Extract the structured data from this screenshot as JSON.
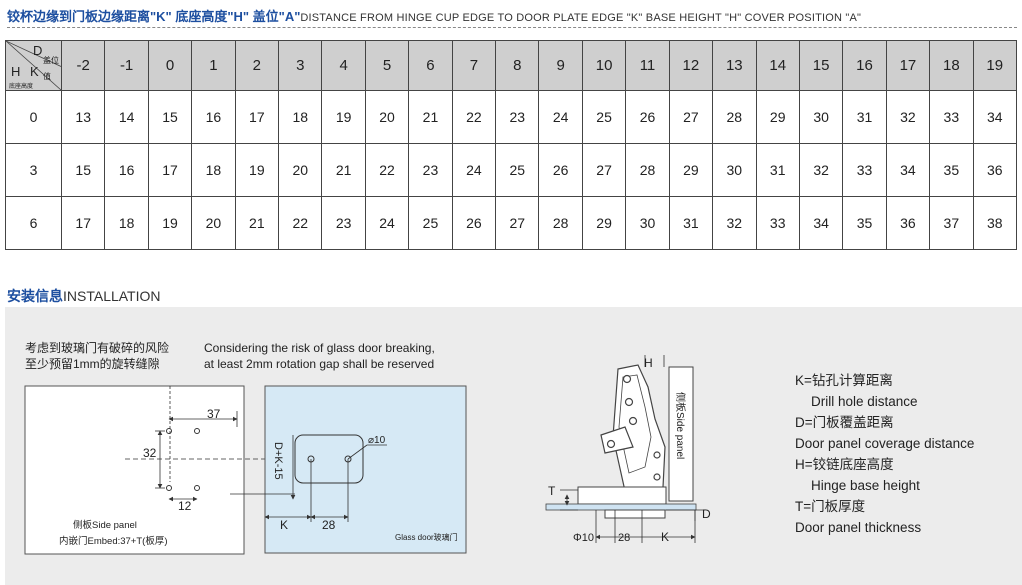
{
  "header": {
    "title_cn": "铰杯边缘到门板边缘距离\"K\" 底座高度\"H\" 盖位\"A\"",
    "title_en": "DISTANCE FROM HINGE CUP EDGE TO DOOR PLATE EDGE \"K\"   BASE HEIGHT \"H\"   COVER POSITION \"A\""
  },
  "table": {
    "corner": {
      "d": "D",
      "cover": "盖位",
      "h": "H",
      "k": "K",
      "value": "值",
      "base": "底座高度"
    },
    "columns": [
      "-2",
      "-1",
      "0",
      "1",
      "2",
      "3",
      "4",
      "5",
      "6",
      "7",
      "8",
      "9",
      "10",
      "11",
      "12",
      "13",
      "14",
      "15",
      "16",
      "17",
      "18",
      "19"
    ],
    "rows": [
      {
        "h": "0",
        "values": [
          "13",
          "14",
          "15",
          "16",
          "17",
          "18",
          "19",
          "20",
          "21",
          "22",
          "23",
          "24",
          "25",
          "26",
          "27",
          "28",
          "29",
          "30",
          "31",
          "32",
          "33",
          "34"
        ]
      },
      {
        "h": "3",
        "values": [
          "15",
          "16",
          "17",
          "18",
          "19",
          "20",
          "21",
          "22",
          "23",
          "24",
          "25",
          "26",
          "27",
          "28",
          "29",
          "30",
          "31",
          "32",
          "33",
          "34",
          "35",
          "36"
        ]
      },
      {
        "h": "6",
        "values": [
          "17",
          "18",
          "19",
          "20",
          "21",
          "22",
          "23",
          "24",
          "25",
          "26",
          "27",
          "28",
          "29",
          "30",
          "31",
          "32",
          "33",
          "34",
          "35",
          "36",
          "37",
          "38"
        ]
      }
    ]
  },
  "installation": {
    "title_cn": "安装信息",
    "title_en": "INSTALLATION",
    "note_cn_1": "考虑到玻璃门有破碎的风险",
    "note_cn_2": "至少预留1mm的旋转缝隙",
    "note_en_1": "Considering the risk of glass door breaking,",
    "note_en_2": "at least 2mm rotation gap shall be reserved",
    "drawing": {
      "dim_37": "37",
      "dim_32": "32",
      "dim_12": "12",
      "side_panel": "侧板Side panel",
      "embed": "内嵌门Embed:37+T(板厚)",
      "formula": "D+K-15",
      "dia_10": "⌀10",
      "k": "K",
      "dim_28": "28",
      "glass_door": "Glass door玻璃门",
      "h": "H",
      "side_panel_vertical": "侧板Side panel",
      "t": "T",
      "d": "D",
      "phi10": "Φ10",
      "dim_28b": "28",
      "kb": "K"
    },
    "legend": {
      "k_cn": "K=钻孔计算距离",
      "k_en": "Drill hole distance",
      "d_cn": "D=门板覆盖距离",
      "d_en": "Door panel coverage distance",
      "h_cn": "H=铰链底座高度",
      "h_en": "Hinge base height",
      "t_cn": "T=门板厚度",
      "t_en": "Door panel thickness"
    }
  }
}
